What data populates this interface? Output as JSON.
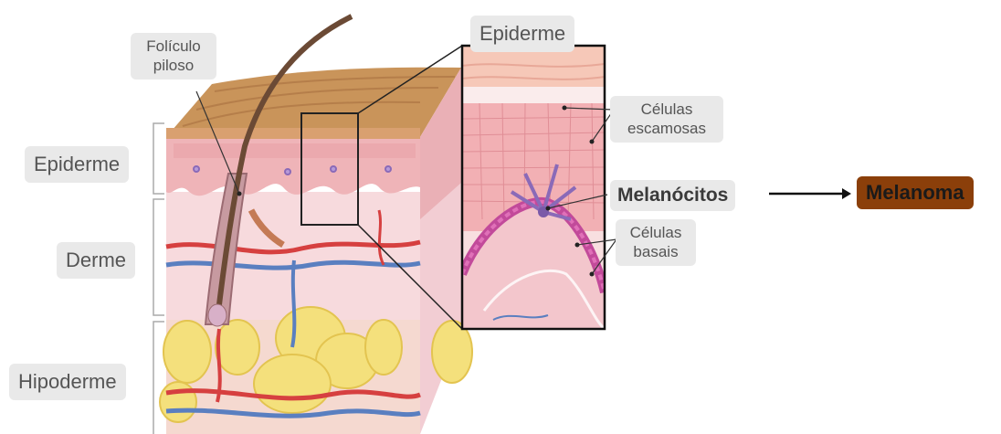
{
  "labels": {
    "folliculo": "Folículo\npiloso",
    "epiderme_left": "Epiderme",
    "derme": "Derme",
    "hipoderme": "Hipoderme",
    "epiderme_top": "Epiderme",
    "celulas_escamosas": "Células\nescamosas",
    "melanocitos": "Melanócitos",
    "celulas_basais": "Células\nbasais",
    "melanoma": "Melanoma"
  },
  "colors": {
    "melanoma_box": "#8b3f0a",
    "label_bg": "#e9e9e9",
    "surface": "#c9945a",
    "epidermis": "#f0b8b8",
    "dermis": "#f6d8da",
    "fat": "#f3df7a",
    "artery": "#d64040",
    "vein": "#5a7fc0"
  }
}
